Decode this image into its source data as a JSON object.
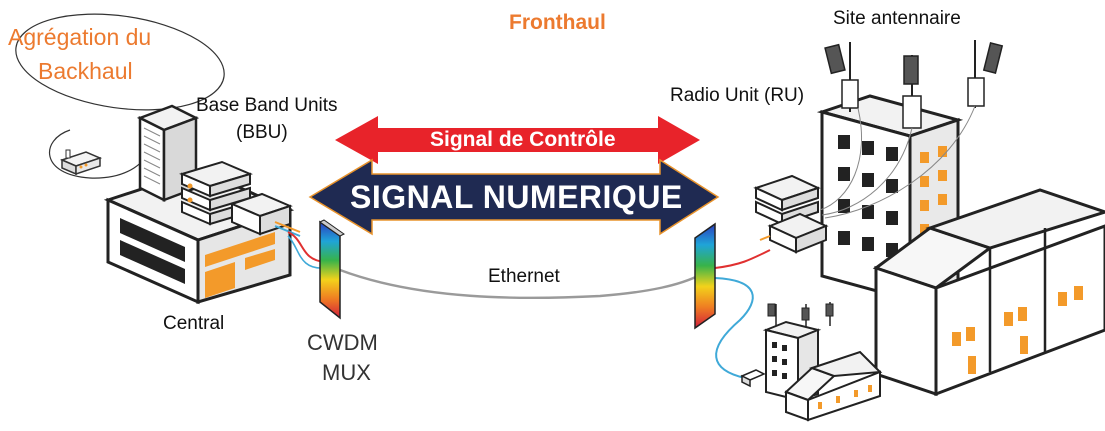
{
  "labels": {
    "aggregation_line1": "Agrégation du",
    "aggregation_line2": "Backhaul",
    "fronthaul": "Fronthaul",
    "site_antennaire": "Site antennaire",
    "bbu_line1": "Base Band Units",
    "bbu_line2": "(BBU)",
    "radio_unit": "Radio Unit (RU)",
    "control_signal": "Signal de Contrôle",
    "digital_signal": "SIGNAL NUMERIQUE",
    "ethernet": "Ethernet",
    "central": "Central",
    "cwdm_line1": "CWDM",
    "cwdm_line2": "MUX"
  },
  "colors": {
    "accent_orange": "#ec7a2f",
    "control_arrow": "#e8232a",
    "digital_arrow": "#1f2a52",
    "building_window": "#f39a2a",
    "cable_red": "#e03030",
    "cable_blue": "#3fa9d8",
    "cable_gray": "#9a9a9a"
  }
}
